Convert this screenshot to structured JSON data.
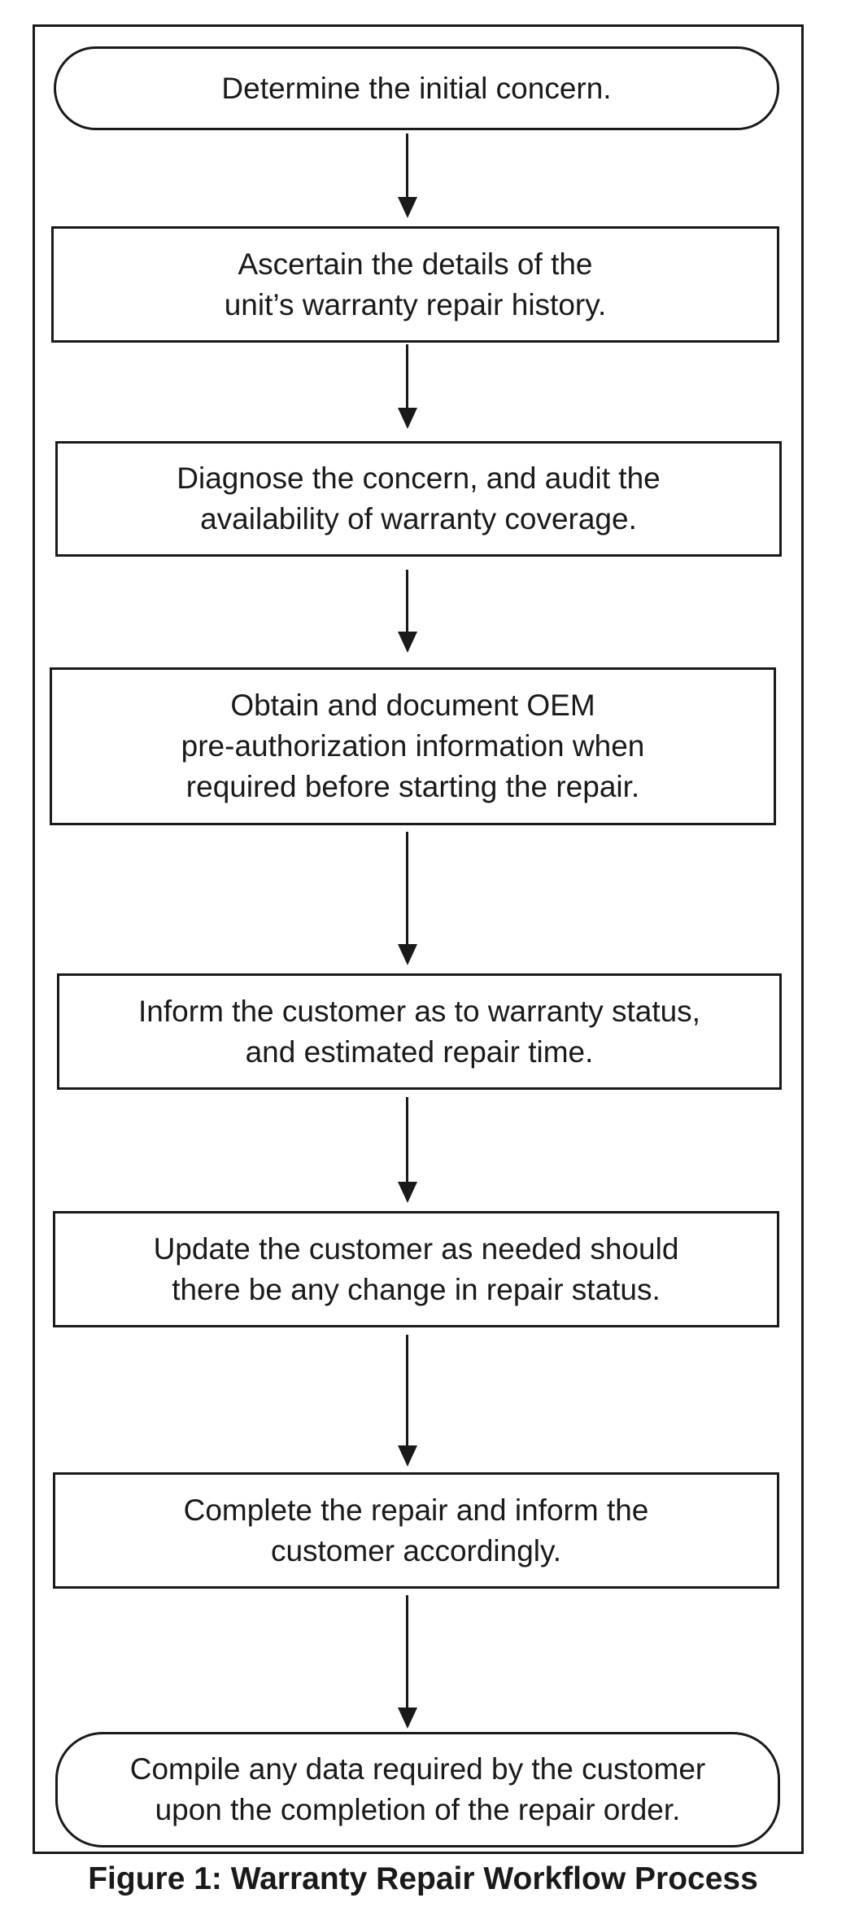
{
  "diagram": {
    "steps": [
      {
        "id": "step-1",
        "shape": "terminal",
        "text": "Determine the initial concern."
      },
      {
        "id": "step-2",
        "shape": "process",
        "text": "Ascertain the details of the\nunit’s warranty repair history."
      },
      {
        "id": "step-3",
        "shape": "process",
        "text": "Diagnose the concern, and audit the\navailability of warranty coverage."
      },
      {
        "id": "step-4",
        "shape": "process",
        "text": "Obtain and document OEM\npre-authorization information when\nrequired before starting the repair."
      },
      {
        "id": "step-5",
        "shape": "process",
        "text": "Inform the customer as to warranty status,\nand estimated repair time."
      },
      {
        "id": "step-6",
        "shape": "process",
        "text": "Update the customer as needed should\nthere be any change in repair status."
      },
      {
        "id": "step-7",
        "shape": "process",
        "text": "Complete the repair and inform the\ncustomer accordingly."
      },
      {
        "id": "step-8",
        "shape": "terminal",
        "text": "Compile any data required by the customer\nupon the completion of the repair order."
      }
    ],
    "caption": "Figure 1: Warranty Repair Workflow Process",
    "colors": {
      "line": "#1a1a1a",
      "background": "#ffffff"
    }
  }
}
